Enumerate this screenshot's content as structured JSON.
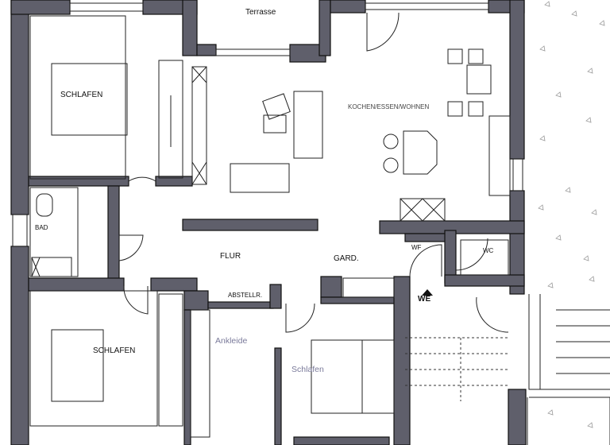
{
  "plan": {
    "rooms": {
      "terrasse": "Terrasse",
      "schlafen_top": "SCHLAFEN",
      "kochen": "KOCHEN/ESSEN/WOHNEN",
      "bad": "BAD",
      "flur": "FLUR",
      "gard": "GARD.",
      "wf": "WF",
      "wc": "WC",
      "abstellr": "ABSTELLR.",
      "we": "WE",
      "ankleide": "Ankleide",
      "schlafen_lower": "Schlafen",
      "schlafen_bottom": "SCHLAFEN"
    },
    "colors": {
      "wall": "#5f5f6b",
      "line": "#111111",
      "background": "#ffffff"
    }
  }
}
